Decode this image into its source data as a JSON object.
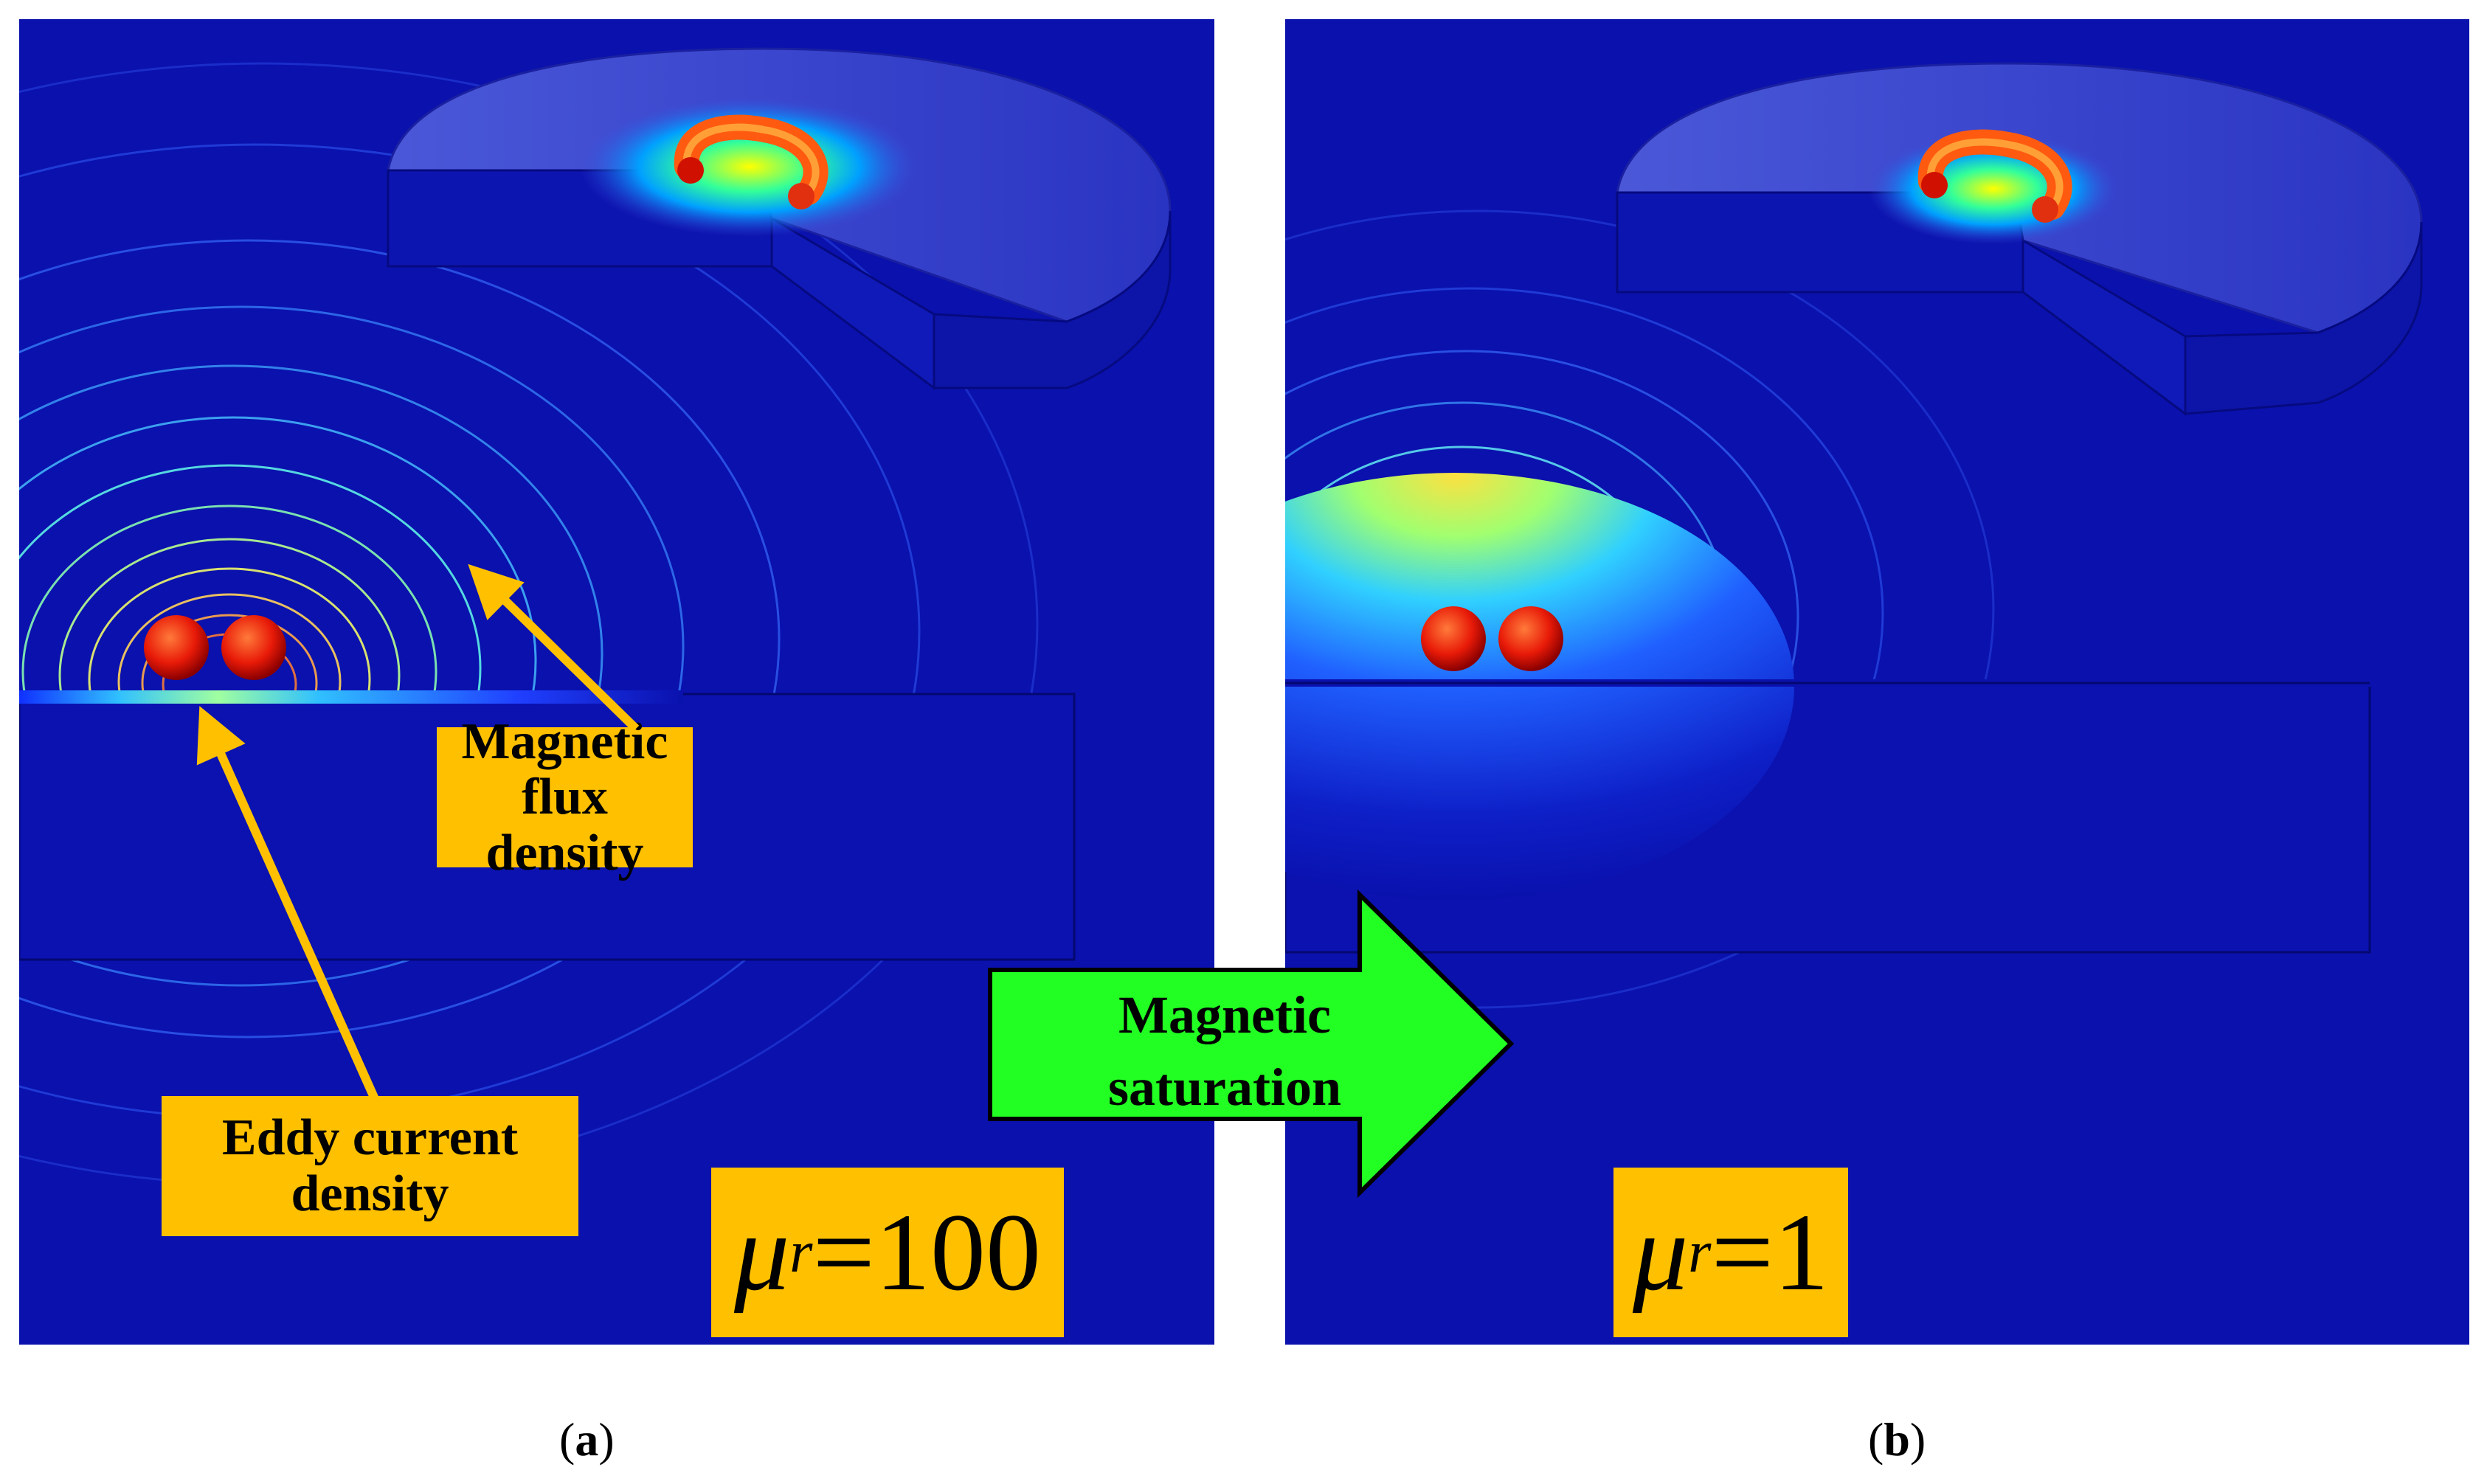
{
  "panel_a": {
    "flux_label": [
      "Magnetic",
      "flux density"
    ],
    "eddy_label": [
      "Eddy current",
      "density"
    ],
    "mu_symbol": "μ",
    "mu_sub": "r",
    "mu_value": "=100",
    "caption_open": "(",
    "caption_letter": "a",
    "caption_close": ")"
  },
  "panel_b": {
    "mu_symbol": "μ",
    "mu_sub": "r",
    "mu_value": "=1",
    "caption_open": "(",
    "caption_letter": "b",
    "caption_close": ")"
  },
  "transition_arrow": {
    "lines": [
      "Magnetic",
      "saturation"
    ],
    "color": "#22ff22"
  },
  "colors": {
    "background": "#0a11ad",
    "label_fill": "#ffc000",
    "annotation_arrow": "#ffc000"
  }
}
